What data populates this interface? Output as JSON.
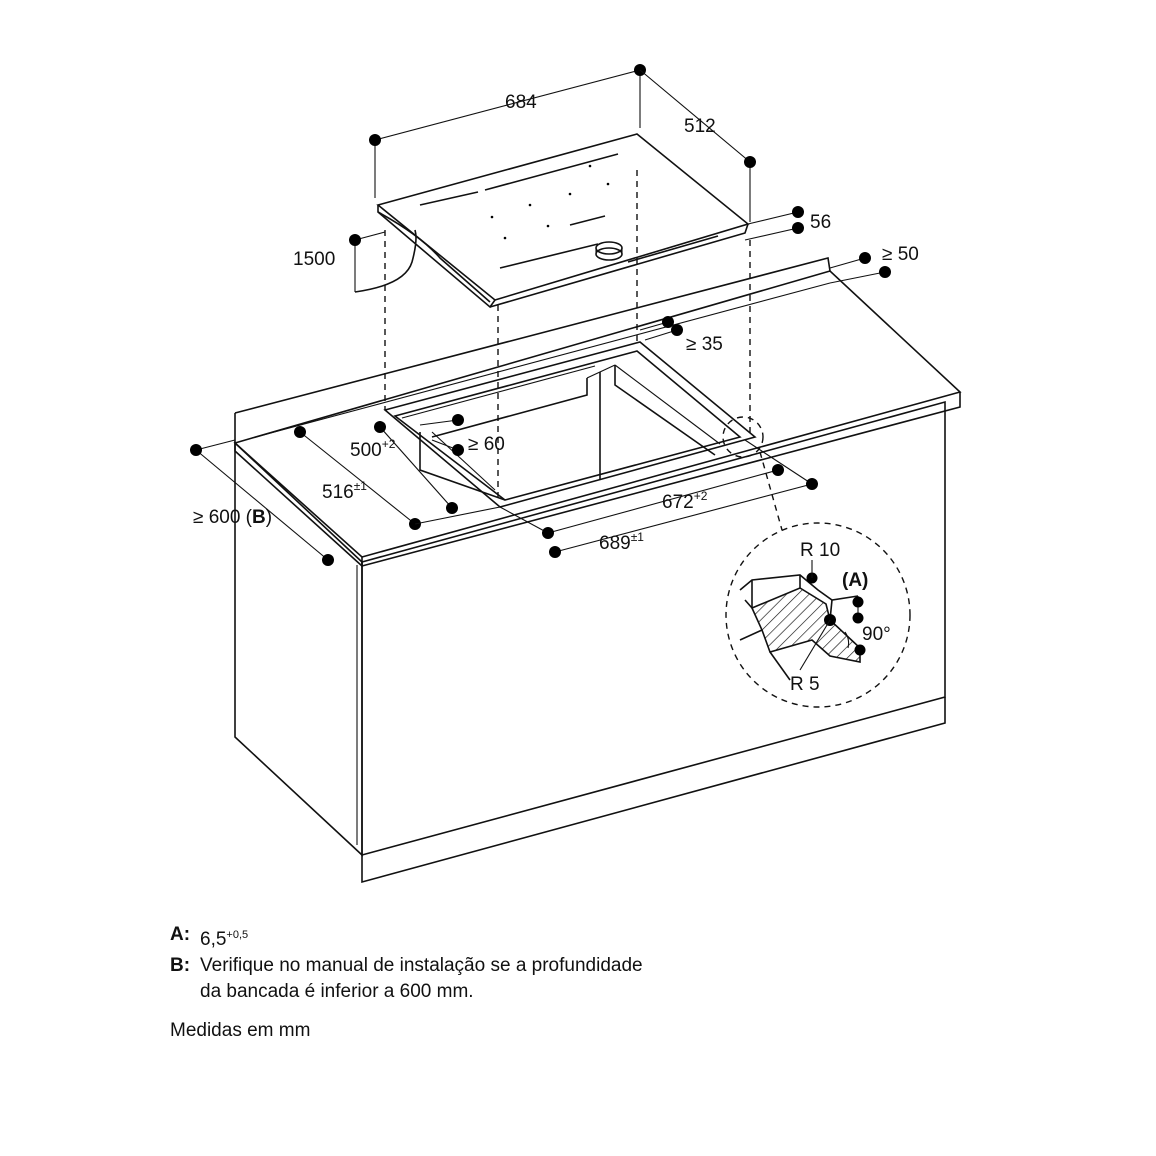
{
  "dimensions": {
    "width_hob": "684",
    "depth_hob": "512",
    "thickness": "56",
    "rear_gap": "≥ 50",
    "rear_gap2": "≥ 35",
    "cable": "1500",
    "cut_depth": "500",
    "cut_depth_tol": "+2",
    "front_gap": "≥ 60",
    "rebate_depth": "516",
    "rebate_depth_tol": "±1",
    "cut_width": "672",
    "cut_width_tol": "+2",
    "rebate_width": "689",
    "rebate_width_tol": "±1",
    "counter_depth": "≥ 600 (",
    "counter_depth_key": "B",
    "counter_depth_end": ")",
    "radius_outer": "R 10",
    "radius_inner": "R 5",
    "detail_ref": "(A)",
    "angle": "90°"
  },
  "legend": {
    "a_key": "A:",
    "a_value": "6,5",
    "a_tol": "+0,5",
    "b_key": "B:",
    "b_text_line1": "Verifique no manual de instalação se a profundidade",
    "b_text_line2": "da bancada é inferior a 600 mm."
  },
  "units_note": "Medidas em mm"
}
